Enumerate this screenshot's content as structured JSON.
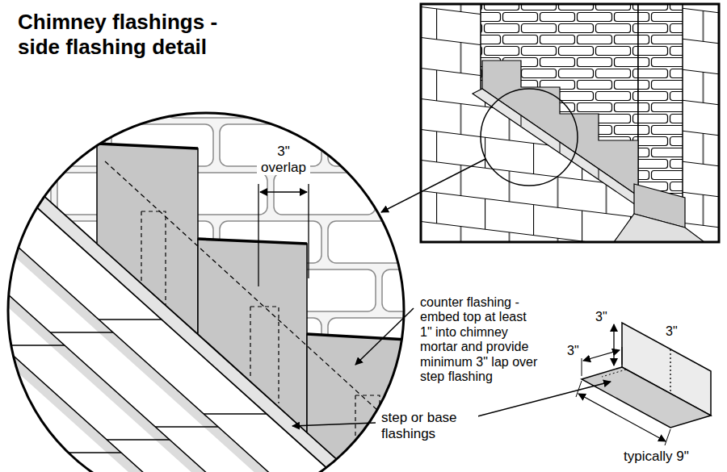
{
  "diagram": {
    "title": "Chimney flashings - side flashing detail",
    "labels": [
      "3\" overlap",
      "counter flashing - embed top at least 1\" into chimney mortar and provide minimum 3\" lap over step flashing",
      "step or base flashings",
      "3\"",
      "3\"",
      "3\"",
      "typically 9\""
    ]
  }
}
